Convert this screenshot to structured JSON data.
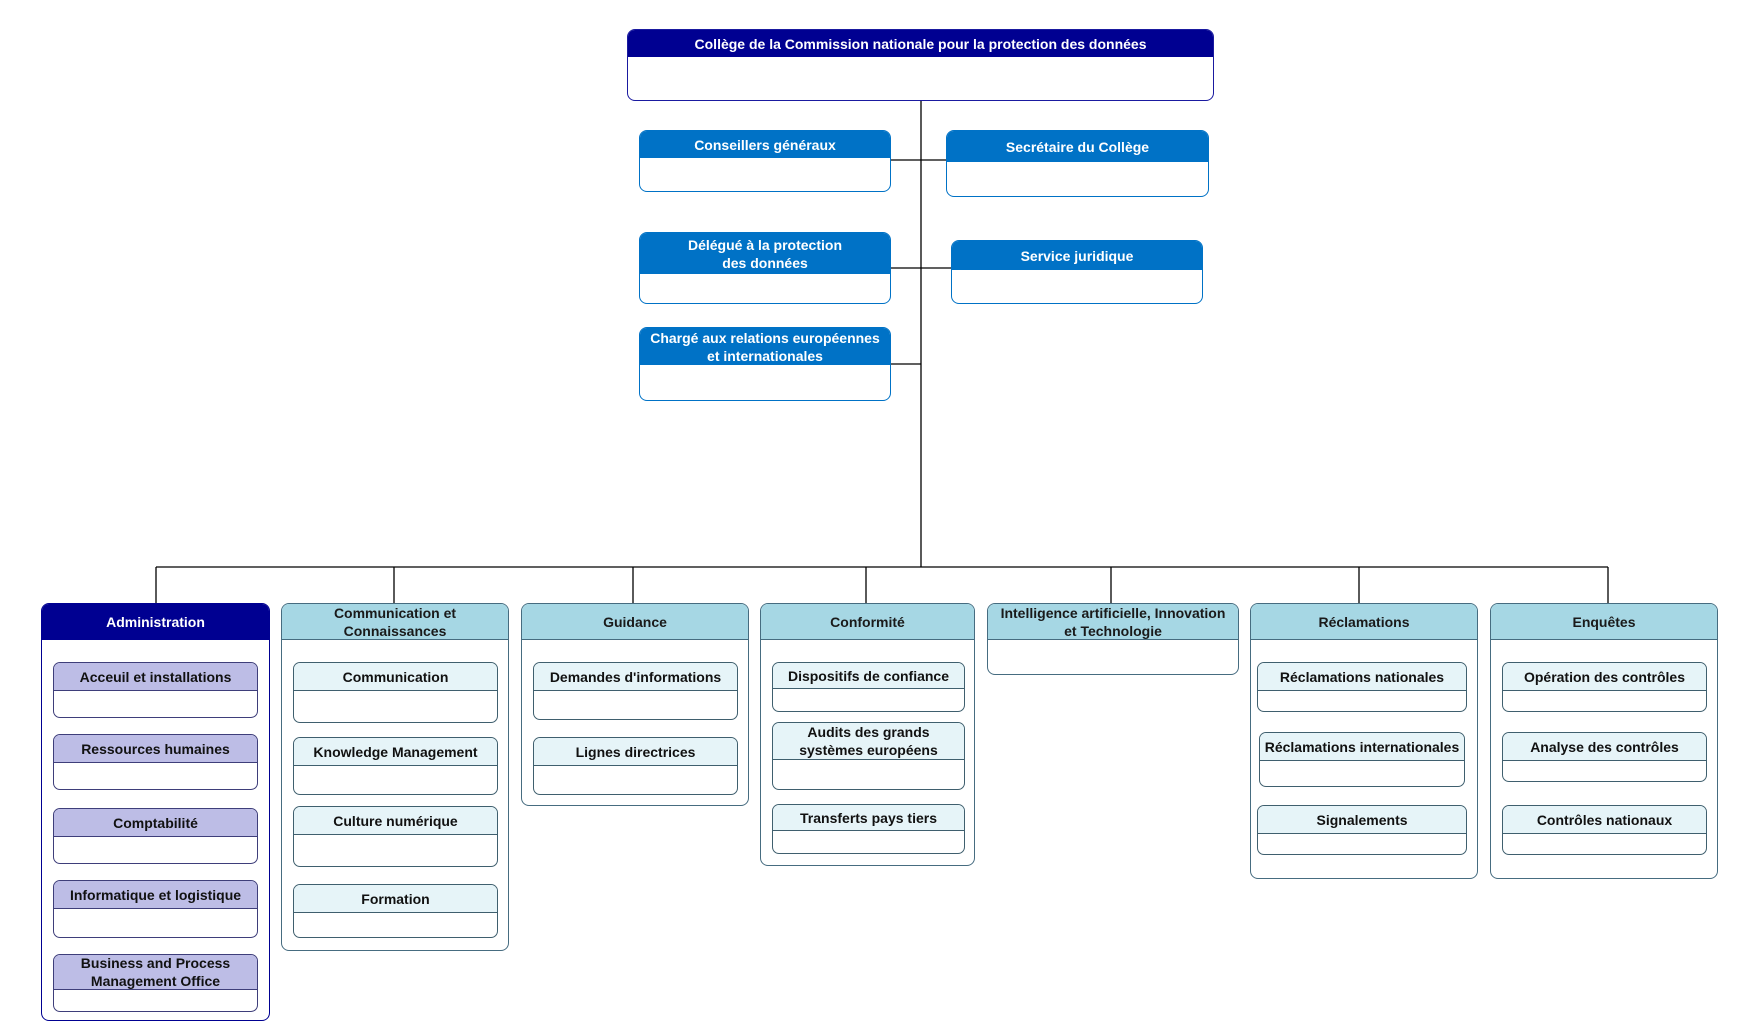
{
  "college": {
    "title": "Collège de la Commission nationale pour la protection des données"
  },
  "roles": {
    "conseillers": "Conseillers généraux",
    "secretaire": "Secrétaire du Collège",
    "delegue": "Délégué à la protection des données",
    "juridique": "Service juridique",
    "europeen": "Chargé aux relations européennes et internationales"
  },
  "departments": {
    "administration": {
      "title": "Administration",
      "units": [
        "Acceuil et installations",
        "Ressources humaines",
        "Comptabilité",
        "Informatique et logistique",
        "Business and Process Management Office"
      ]
    },
    "communication": {
      "title": "Communication et Connaissances",
      "units": [
        "Communication",
        "Knowledge Management",
        "Culture numérique",
        "Formation"
      ]
    },
    "guidance": {
      "title": "Guidance",
      "units": [
        "Demandes d'informations",
        "Lignes directrices"
      ]
    },
    "conformite": {
      "title": "Conformité",
      "units": [
        "Dispositifs de confiance",
        "Audits des grands systèmes européens",
        "Transferts pays tiers"
      ]
    },
    "ia": {
      "title": "Intelligence artificielle, Innovation et Technologie",
      "units": []
    },
    "reclamations": {
      "title": "Réclamations",
      "units": [
        "Réclamations nationales",
        "Réclamations internationales",
        "Signalements"
      ]
    },
    "enquetes": {
      "title": "Enquêtes",
      "units": [
        "Opération des contrôles",
        "Analyse des contrôles",
        "Contrôles nationaux"
      ]
    }
  },
  "colors": {
    "college_header": "#000091",
    "role_header": "#0072c6",
    "department_header": "#a6d7e4",
    "admin_unit_header": "#bdbde6",
    "unit_header": "#e6f4f8",
    "connector": "#000000"
  }
}
